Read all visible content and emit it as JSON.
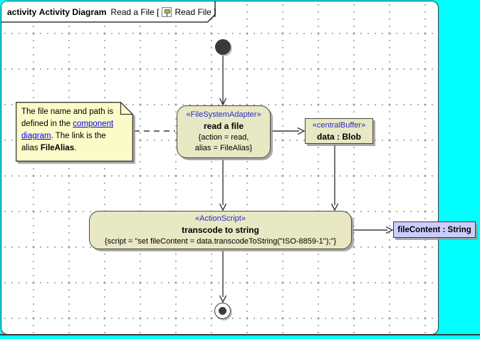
{
  "colors": {
    "background": "#00FFFF",
    "canvas": "#FFFFFF",
    "border": "#3A3A3A",
    "node_fill": "#E8E8C4",
    "note_fill": "#FBFBC9",
    "pin_fill": "#CCCCFF",
    "stereotype": "#2B2BCD",
    "link": "#0000E6",
    "grid_dot": "#9C9C9C"
  },
  "header": {
    "keyword": "activity",
    "diagram_type": "Activity Diagram",
    "diagram_name": "Read a File",
    "bracket_open": "[",
    "frame_name": "Read File",
    "bracket_close": "]"
  },
  "note": {
    "line1": "The file name and path is",
    "line2_text": "defined in the ",
    "line2_link": "component",
    "line3_link": "diagram",
    "line3_text": ". The link is the",
    "line4_text": "alias ",
    "line4_bold": "FileAlias",
    "line4_end": "."
  },
  "nodes": {
    "read_file": {
      "stereotype": "«FileSystemAdapter»",
      "name": "read a file",
      "prop_line1": "{action = read,",
      "prop_line2": "alias = FileAlias}"
    },
    "central_buffer": {
      "stereotype": "«centralBuffer»",
      "name": "data : Blob"
    },
    "transcode": {
      "stereotype": "«ActionScript»",
      "name": "transcode to string",
      "script": "{script = \"set fileContent = data.transcodeToString(\"ISO-8859-1\");\"}"
    },
    "output_pin": {
      "label": "fileContent : String"
    },
    "initial": {
      "type": "initial-node"
    },
    "final": {
      "type": "activity-final-node"
    }
  }
}
